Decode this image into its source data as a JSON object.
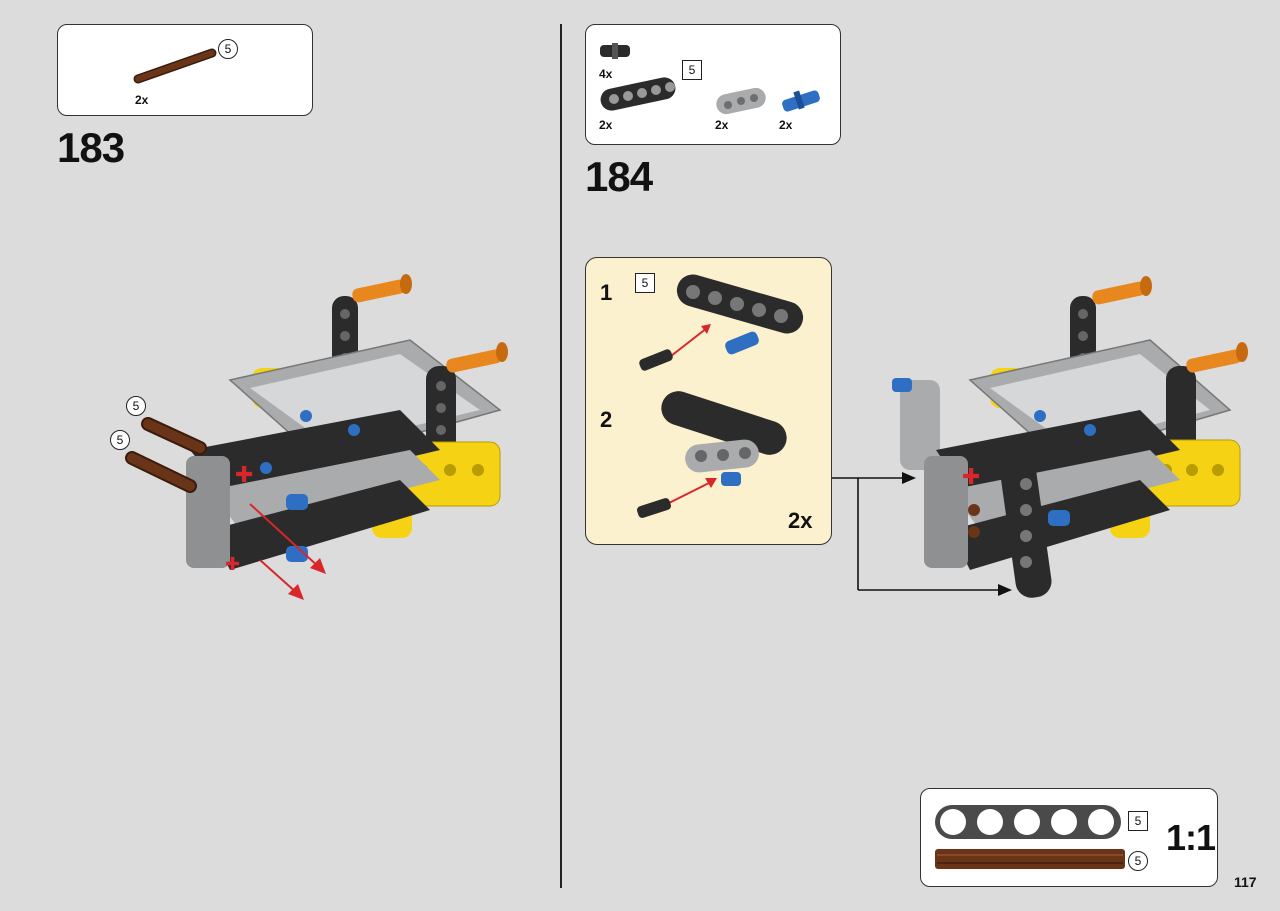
{
  "steps": [
    {
      "number": "183",
      "parts": [
        {
          "quantity": "2x",
          "length": "5",
          "part": "axle-brown"
        }
      ]
    },
    {
      "number": "184",
      "parts": [
        {
          "quantity": "4x",
          "part": "pin-with-friction-black"
        },
        {
          "quantity": "2x",
          "length": "5",
          "part": "beam-black"
        },
        {
          "quantity": "2x",
          "part": "beam-grey-3"
        },
        {
          "quantity": "2x",
          "part": "pin-blue-axle"
        }
      ],
      "substeps": [
        {
          "number": "1",
          "beam_length": "5"
        },
        {
          "number": "2"
        }
      ],
      "submodel_multiplier": "2x"
    }
  ],
  "main_model_callouts": [
    "5",
    "5"
  ],
  "scale_box": {
    "beam_length": "5",
    "axle_length": "5",
    "scale": "1:1"
  },
  "page_number": "117",
  "colors": {
    "background": "#dcdcdc",
    "submodel_background": "#fbf1cf",
    "technic_yellow": "#f5d214",
    "technic_black": "#2b2b2b",
    "technic_grey": "#a9abad",
    "technic_blue": "#2e6fc4",
    "technic_orange": "#e8871e",
    "technic_brown": "#6a3419",
    "arrow_red": "#d8262b"
  }
}
